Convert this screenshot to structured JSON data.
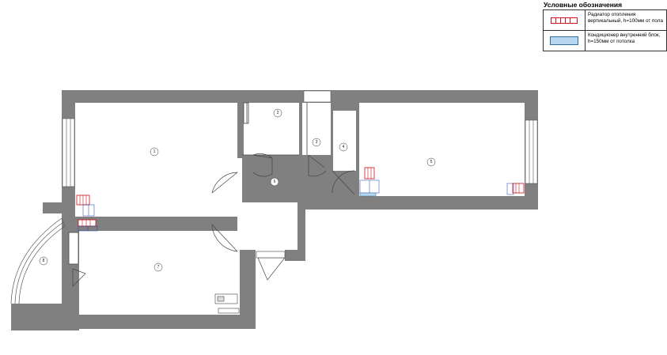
{
  "legend": {
    "title": "Условные обозначения",
    "items": [
      {
        "symbol": "radiator-icon",
        "color": "#d0101a",
        "text": "Радиатор отопления вертикальный, h=100мм от пола"
      },
      {
        "symbol": "ac-unit-icon",
        "color": "#b5d6ee",
        "text": "Кондиционер внутренний блок, h=150мм от потолка"
      }
    ]
  },
  "rooms": [
    "1",
    "2",
    "3",
    "4",
    "5",
    "6",
    "7",
    "8"
  ],
  "colors": {
    "wall": "#808080",
    "radiator": "#d0101a",
    "ac": "#b5d6ee",
    "dim": "#1a3fa8"
  }
}
